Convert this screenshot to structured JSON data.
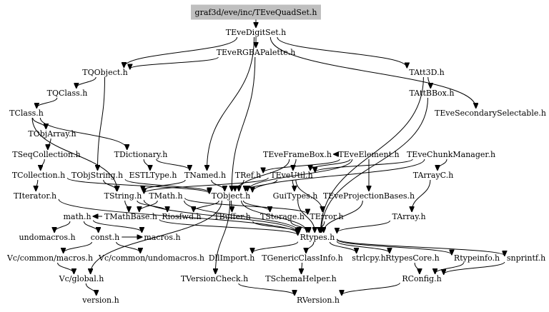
{
  "graph": {
    "root": "graf3d/eve/inc/TEveQuadSet.h",
    "nodes": [
      {
        "id": "root",
        "label": "graf3d/eve/inc/TEveQuadSet.h"
      },
      {
        "id": "digitset",
        "label": "TEveDigitSet.h"
      },
      {
        "id": "rgba",
        "label": "TEveRGBAPalette.h"
      },
      {
        "id": "tqobject",
        "label": "TQObject.h"
      },
      {
        "id": "tqclass",
        "label": "TQClass.h"
      },
      {
        "id": "tclass",
        "label": "TClass.h"
      },
      {
        "id": "tobjarray",
        "label": "TObjArray.h"
      },
      {
        "id": "tseqcoll",
        "label": "TSeqCollection.h"
      },
      {
        "id": "tcollection",
        "label": "TCollection.h"
      },
      {
        "id": "titerator",
        "label": "TIterator.h"
      },
      {
        "id": "tdictionary",
        "label": "TDictionary.h"
      },
      {
        "id": "tobjstring",
        "label": "TObjString.h"
      },
      {
        "id": "esltype",
        "label": "ESTLType.h"
      },
      {
        "id": "tnamed",
        "label": "TNamed.h"
      },
      {
        "id": "tatt3d",
        "label": "TAtt3D.h"
      },
      {
        "id": "tattbbox",
        "label": "TAttBBox.h"
      },
      {
        "id": "secsel",
        "label": "TEveSecondarySelectable.h"
      },
      {
        "id": "framebox",
        "label": "TEveFrameBox.h"
      },
      {
        "id": "element",
        "label": "TEveElement.h"
      },
      {
        "id": "chunkmgr",
        "label": "TEveChunkManager.h"
      },
      {
        "id": "tref",
        "label": "TRef.h"
      },
      {
        "id": "eveutil",
        "label": "TEveUtil.h"
      },
      {
        "id": "tarrayc",
        "label": "TArrayC.h"
      },
      {
        "id": "tstring",
        "label": "TString.h"
      },
      {
        "id": "tmath",
        "label": "TMath.h"
      },
      {
        "id": "tobject",
        "label": "TObject.h"
      },
      {
        "id": "guitypes",
        "label": "GuiTypes.h"
      },
      {
        "id": "projbases",
        "label": "TEveProjectionBases.h"
      },
      {
        "id": "tarray",
        "label": "TArray.h"
      },
      {
        "id": "mathh",
        "label": "math.h"
      },
      {
        "id": "tmathbase",
        "label": "TMathBase.h"
      },
      {
        "id": "riosfwd",
        "label": "Riosfwd.h"
      },
      {
        "id": "tbuffer",
        "label": "TBuffer.h"
      },
      {
        "id": "tstorage",
        "label": "TStorage.h"
      },
      {
        "id": "terror",
        "label": "TError.h"
      },
      {
        "id": "undomacros",
        "label": "undomacros.h"
      },
      {
        "id": "consth",
        "label": "const.h"
      },
      {
        "id": "macros",
        "label": "macros.h"
      },
      {
        "id": "rtypes",
        "label": "Rtypes.h"
      },
      {
        "id": "vcmacros",
        "label": "Vc/common/macros.h"
      },
      {
        "id": "vcundomacros",
        "label": "Vc/common/undomacros.h"
      },
      {
        "id": "dllimport",
        "label": "DllImport.h"
      },
      {
        "id": "tgenclassinfo",
        "label": "TGenericClassInfo.h"
      },
      {
        "id": "strlcpy",
        "label": "strlcpy.h"
      },
      {
        "id": "rtypescore",
        "label": "RtypesCore.h"
      },
      {
        "id": "rtypeinfo",
        "label": "Rtypeinfo.h"
      },
      {
        "id": "snprintf",
        "label": "snprintf.h"
      },
      {
        "id": "vcglobal",
        "label": "Vc/global.h"
      },
      {
        "id": "tversioncheck",
        "label": "TVersionCheck.h"
      },
      {
        "id": "tschemahelper",
        "label": "TSchemaHelper.h"
      },
      {
        "id": "rconfig",
        "label": "RConfig.h"
      },
      {
        "id": "versionh",
        "label": "version.h"
      },
      {
        "id": "rversion",
        "label": "RVersion.h"
      }
    ],
    "edges": [
      [
        "root",
        "digitset"
      ],
      [
        "digitset",
        "rgba"
      ],
      [
        "digitset",
        "tqobject"
      ],
      [
        "digitset",
        "tatt3d"
      ],
      [
        "digitset",
        "secsel"
      ],
      [
        "digitset",
        "tnamed"
      ],
      [
        "rgba",
        "tqobject"
      ],
      [
        "rgba",
        "tobject"
      ],
      [
        "tqobject",
        "tqclass"
      ],
      [
        "tqobject",
        "tobjstring"
      ],
      [
        "tqclass",
        "tclass"
      ],
      [
        "tclass",
        "tobjarray"
      ],
      [
        "tclass",
        "tdictionary"
      ],
      [
        "tclass",
        "tstring"
      ],
      [
        "tobjarray",
        "tseqcoll"
      ],
      [
        "tseqcoll",
        "tcollection"
      ],
      [
        "tcollection",
        "titerator"
      ],
      [
        "tcollection",
        "tobject"
      ],
      [
        "titerator",
        "rtypes"
      ],
      [
        "tdictionary",
        "esltype"
      ],
      [
        "tdictionary",
        "tnamed"
      ],
      [
        "tobjstring",
        "tobject"
      ],
      [
        "tobjstring",
        "tstring"
      ],
      [
        "tnamed",
        "tobject"
      ],
      [
        "tnamed",
        "tstring"
      ],
      [
        "tatt3d",
        "tattbbox"
      ],
      [
        "tatt3d",
        "rtypes"
      ],
      [
        "tattbbox",
        "rtypes"
      ],
      [
        "element",
        "framebox"
      ],
      [
        "element",
        "tref"
      ],
      [
        "element",
        "eveutil"
      ],
      [
        "element",
        "projbases"
      ],
      [
        "element",
        "tobject"
      ],
      [
        "framebox",
        "tobject"
      ],
      [
        "framebox",
        "eveutil"
      ],
      [
        "chunkmgr",
        "eveutil"
      ],
      [
        "chunkmgr",
        "tarrayc"
      ],
      [
        "chunkmgr",
        "tobject"
      ],
      [
        "tref",
        "tobject"
      ],
      [
        "eveutil",
        "tstring"
      ],
      [
        "eveutil",
        "tobject"
      ],
      [
        "eveutil",
        "guitypes"
      ],
      [
        "eveutil",
        "terror"
      ],
      [
        "tarrayc",
        "tarray"
      ],
      [
        "tarray",
        "rtypes"
      ],
      [
        "projbases",
        "rtypes"
      ],
      [
        "guitypes",
        "rtypes"
      ],
      [
        "tstring",
        "tmathbase"
      ],
      [
        "tstring",
        "riosfwd"
      ],
      [
        "tstring",
        "rtypes"
      ],
      [
        "tmath",
        "tmathbase"
      ],
      [
        "tmath",
        "terror"
      ],
      [
        "tmath",
        "rtypes"
      ],
      [
        "tobject",
        "tbuffer"
      ],
      [
        "tobject",
        "tstorage"
      ],
      [
        "tobject",
        "riosfwd"
      ],
      [
        "tobject",
        "rtypes"
      ],
      [
        "tobject",
        "tversioncheck"
      ],
      [
        "tobject",
        "vcglobal"
      ],
      [
        "tmathbase",
        "rtypes"
      ],
      [
        "tmathbase",
        "mathh"
      ],
      [
        "mathh",
        "undomacros"
      ],
      [
        "mathh",
        "consth"
      ],
      [
        "mathh",
        "macros"
      ],
      [
        "consth",
        "vcmacros"
      ],
      [
        "consth",
        "vcundomacros"
      ],
      [
        "consth",
        "macros"
      ],
      [
        "vcmacros",
        "vcglobal"
      ],
      [
        "vcglobal",
        "versionh"
      ],
      [
        "tbuffer",
        "rtypes"
      ],
      [
        "tstorage",
        "rtypes"
      ],
      [
        "terror",
        "rtypes"
      ],
      [
        "rtypes",
        "dllimport"
      ],
      [
        "rtypes",
        "tgenclassinfo"
      ],
      [
        "rtypes",
        "strlcpy"
      ],
      [
        "rtypes",
        "rtypescore"
      ],
      [
        "rtypes",
        "rtypeinfo"
      ],
      [
        "rtypes",
        "snprintf"
      ],
      [
        "tgenclassinfo",
        "tschemahelper"
      ],
      [
        "rtypescore",
        "rconfig"
      ],
      [
        "rtypeinfo",
        "rconfig"
      ],
      [
        "snprintf",
        "rconfig"
      ],
      [
        "rconfig",
        "rversion"
      ],
      [
        "tversioncheck",
        "rversion"
      ]
    ]
  }
}
